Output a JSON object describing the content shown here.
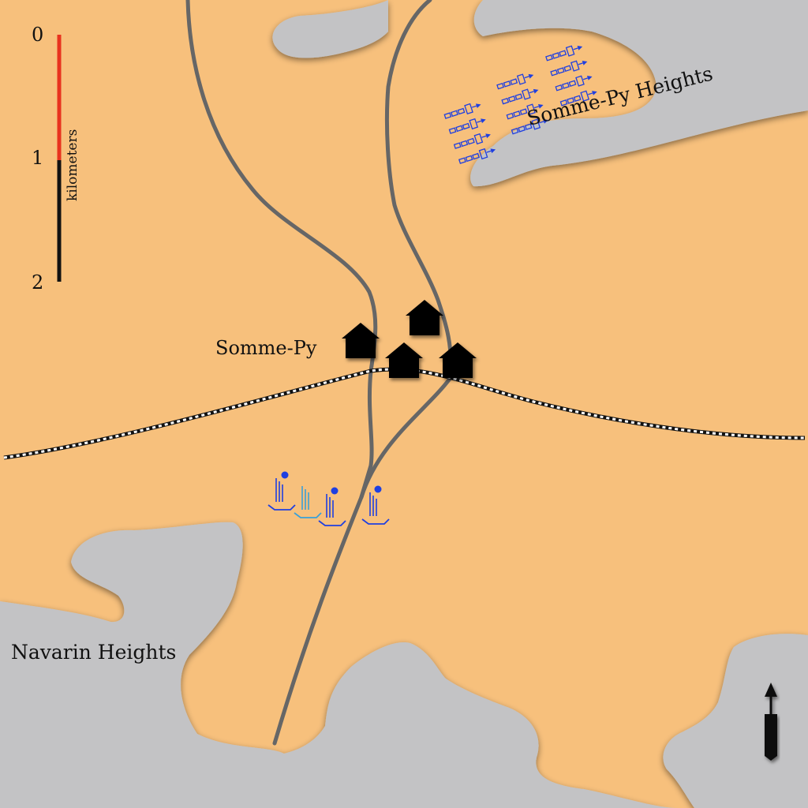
{
  "map": {
    "places": {
      "village": "Somme-Py",
      "heights_north": "Somme-Py Heights",
      "heights_south": "Navarin Heights"
    },
    "scale_bar": {
      "unit": "kilometers",
      "ticks": [
        "0",
        "1",
        "2"
      ],
      "colors": {
        "first_segment": "#e8321e",
        "second_segment": "#111111"
      }
    },
    "colors": {
      "land": "#f7c07c",
      "heights": "#c3c3c5",
      "roads": "#666666",
      "railway": "#111111",
      "buildings": "#000000",
      "units_blue": "#1f3fe0",
      "units_light_blue": "#3aa0d8"
    },
    "icons": {
      "north_arrow": "north-arrow-icon",
      "building": "house-icon",
      "artillery": "artillery-unit-icon",
      "infantry": "infantry-unit-icon"
    }
  }
}
